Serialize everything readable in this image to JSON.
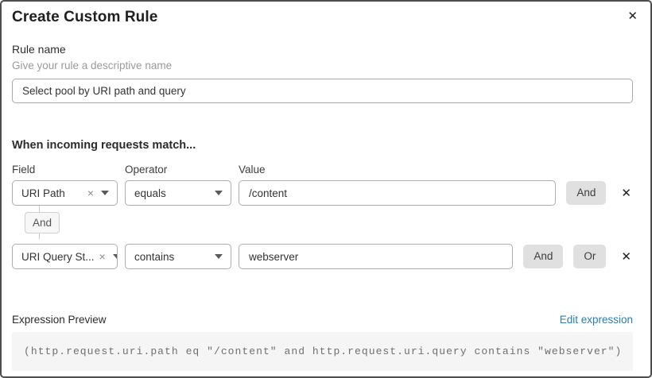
{
  "dialog": {
    "title": "Create Custom Rule"
  },
  "icons": {
    "close": "✕",
    "clear": "×",
    "delete": "✕"
  },
  "rule_name": {
    "label": "Rule name",
    "hint": "Give your rule a descriptive name",
    "value": "Select pool by URI path and query"
  },
  "match": {
    "heading": "When incoming requests match...",
    "field_label": "Field",
    "operator_label": "Operator",
    "value_label": "Value",
    "and_label": "And",
    "or_label": "Or",
    "connector_label": "And",
    "rows": [
      {
        "field": "URI Path",
        "operator": "equals",
        "value": "/content"
      },
      {
        "field": "URI Query St...",
        "operator": "contains",
        "value": "webserver"
      }
    ]
  },
  "expression": {
    "label": "Expression Preview",
    "edit_link": "Edit expression",
    "code": "(http.request.uri.path eq \"/content\" and http.request.uri.query contains \"webserver\")"
  },
  "colors": {
    "link_blue": "#2c7cb0",
    "button_gray": "#e0e0e0",
    "code_background": "#f5f5f5",
    "dialog_border": "#4d4d4d"
  }
}
